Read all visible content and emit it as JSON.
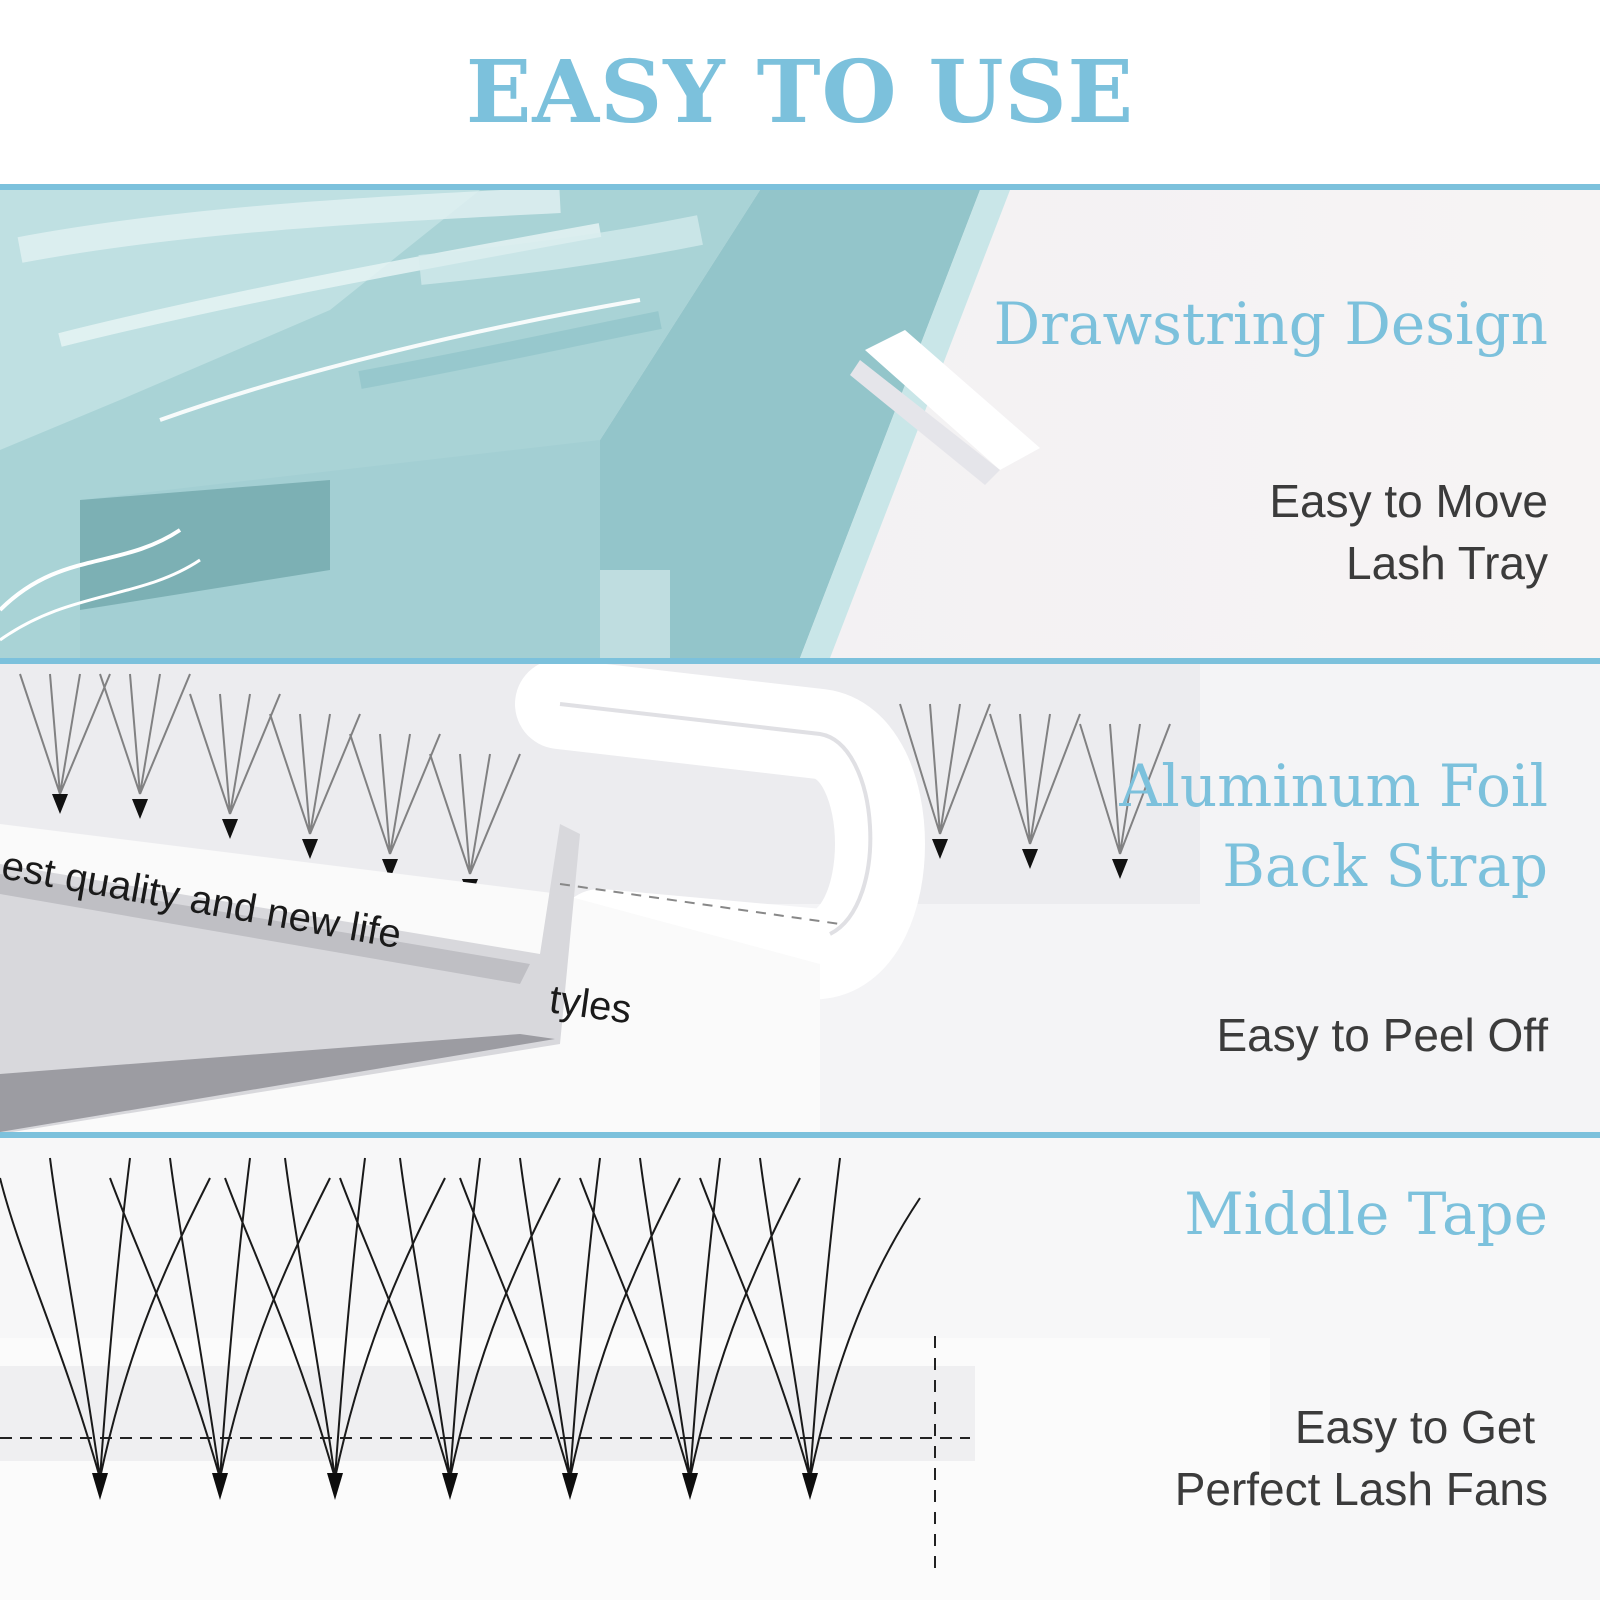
{
  "header": {
    "title": "EASY TO USE"
  },
  "colors": {
    "accent": "#7cc1dc",
    "body_text": "#3b3b3b"
  },
  "features": [
    {
      "title_lines": [
        "Drawstring Design"
      ],
      "desc_lines": [
        "Easy to Move",
        "Lash Tray"
      ]
    },
    {
      "title_lines": [
        "Aluminum Foil",
        "Back Strap"
      ],
      "desc_lines": [
        "Easy to Peel Off"
      ]
    },
    {
      "title_lines": [
        "Middle Tape"
      ],
      "desc_lines": [
        "Easy to Get ",
        "Perfect Lash Fans"
      ]
    }
  ],
  "photo_text": {
    "tape_print": "est quality and new life",
    "tape_print_end": "tyles"
  }
}
